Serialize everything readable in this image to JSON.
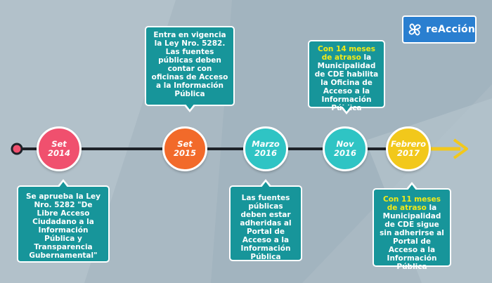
{
  "brand": {
    "logo_text": "reAcción",
    "logo_icon": "pinwheel-icon",
    "logo_bg_color": "#2a7fd0"
  },
  "colors": {
    "background": "#a9b9c3",
    "background_dark": "#8fa3b0",
    "timeline_line": "#1e2228",
    "arrow_head": "#f2c81b",
    "box": "#17959a",
    "highlight": "#f2ea17"
  },
  "timeline": [
    {
      "label_line1": "Set",
      "label_line2": "2014",
      "color": "#f0506e"
    },
    {
      "label_line1": "Set",
      "label_line2": "2015",
      "color": "#f26a2a"
    },
    {
      "label_line1": "Marzo",
      "label_line2": "2016",
      "color": "#2fc4c4"
    },
    {
      "label_line1": "Nov",
      "label_line2": "2016",
      "color": "#2fc4c4"
    },
    {
      "label_line1": "Febrero",
      "label_line2": "2017",
      "color": "#f2c81b"
    }
  ],
  "boxes": {
    "set2014": {
      "text": "Se aprueba la Ley Nro. 5282 \"De Libre Acceso Ciudadano a la Información Pública y Transparencia Gubernamental\""
    },
    "set2015": {
      "text": "Entra en vigencia la Ley Nro. 5282. Las fuentes públicas deben contar con oficinas de Acceso a la Información Pública"
    },
    "marzo2016": {
      "text": "Las fuentes públicas deben estar adheridas al Portal de Acceso a la Información Pública"
    },
    "nov2016": {
      "highlight": "Con 14 meses de atraso",
      "text": " la Municipalidad de CDE habilita la Oficina de Acceso a la Información Pública"
    },
    "feb2017": {
      "highlight": "Con 11 meses de atraso",
      "text": " la Municipalidad de CDE sigue sin adherirse al Portal de Acceso a la Información Pública"
    }
  }
}
